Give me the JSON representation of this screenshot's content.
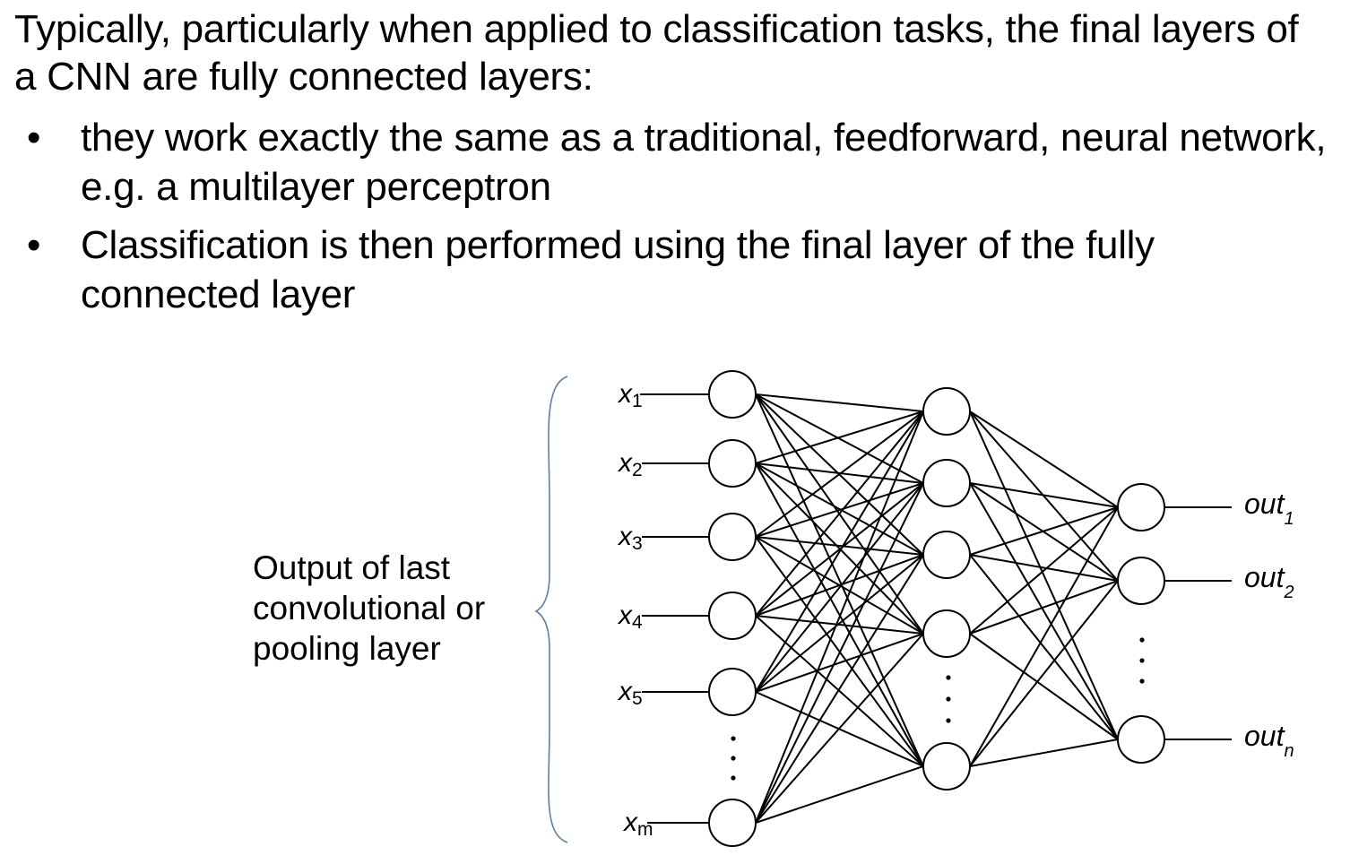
{
  "intro_text": "Typically, particularly when applied to classification tasks, the final layers of a CNN are fully connected layers:",
  "bullets": [
    "they work exactly the same as a traditional, feedforward, neural network, e.g. a multilayer perceptron",
    "Classification is then performed using the final layer of the fully connected layer"
  ],
  "bullet_symbol": "•",
  "diagram": {
    "brace_label": [
      "Output of last",
      "convolutional or",
      "pooling layer"
    ],
    "brace_color": "#5b7fa6",
    "inputs": [
      {
        "base": "x",
        "sub": "1"
      },
      {
        "base": "x",
        "sub": "2"
      },
      {
        "base": "x",
        "sub": "3"
      },
      {
        "base": "x",
        "sub": "4"
      },
      {
        "base": "x",
        "sub": "5"
      },
      {
        "base": "x",
        "sub": "m"
      }
    ],
    "outputs": [
      {
        "base": "out",
        "sub": "1"
      },
      {
        "base": "out",
        "sub": "2"
      },
      {
        "base": "out",
        "sub": "n"
      }
    ],
    "layer_sizes_drawn": [
      6,
      5,
      3
    ],
    "ellipsis_after": {
      "input": 5,
      "hidden": 4,
      "output": 2
    }
  }
}
